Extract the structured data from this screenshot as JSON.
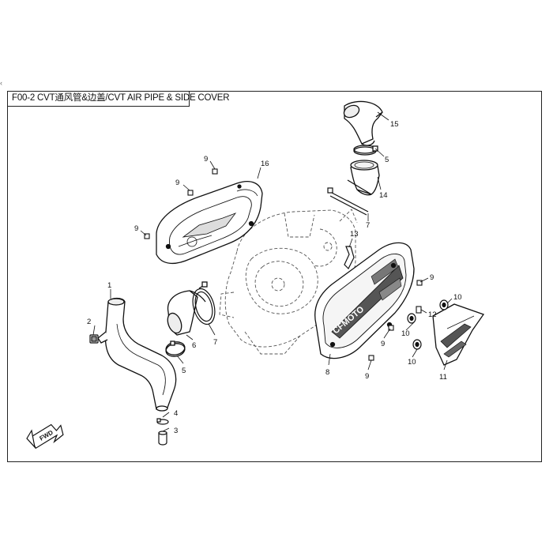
{
  "title": "F00-2 CVT通风管&边盖/CVT AIR PIPE & SIDE COVER",
  "side_mark": "‹",
  "fwd_label": "FWD",
  "cover_brand": "CFMOTO",
  "callouts": [
    {
      "id": "c15",
      "text": "15"
    },
    {
      "id": "c5a",
      "text": "5"
    },
    {
      "id": "c14",
      "text": "14"
    },
    {
      "id": "c7a",
      "text": "7"
    },
    {
      "id": "c13",
      "text": "13"
    },
    {
      "id": "c16",
      "text": "16"
    },
    {
      "id": "c9a",
      "text": "9"
    },
    {
      "id": "c9b",
      "text": "9"
    },
    {
      "id": "c9c",
      "text": "9"
    },
    {
      "id": "c1",
      "text": "1"
    },
    {
      "id": "c2",
      "text": "2"
    },
    {
      "id": "c6",
      "text": "6"
    },
    {
      "id": "c7b",
      "text": "7"
    },
    {
      "id": "c5b",
      "text": "5"
    },
    {
      "id": "c4",
      "text": "4"
    },
    {
      "id": "c3",
      "text": "3"
    },
    {
      "id": "c9d",
      "text": "9"
    },
    {
      "id": "c10a",
      "text": "10"
    },
    {
      "id": "c12",
      "text": "12"
    },
    {
      "id": "c10b",
      "text": "10"
    },
    {
      "id": "c10c",
      "text": "10"
    },
    {
      "id": "c9e",
      "text": "9"
    },
    {
      "id": "c9f",
      "text": "9"
    },
    {
      "id": "c8",
      "text": "8"
    },
    {
      "id": "c11",
      "text": "11"
    }
  ]
}
